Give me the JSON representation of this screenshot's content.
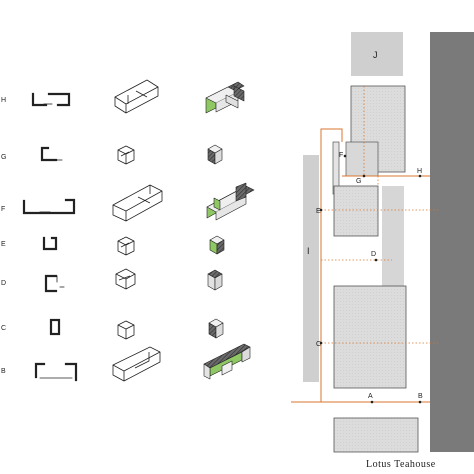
{
  "title": "Lotus Teahouse",
  "row_labels": [
    "H",
    "G",
    "F",
    "E",
    "D",
    "C",
    "B"
  ],
  "map": {
    "labels": {
      "A": "A",
      "B": "B",
      "C": "C",
      "D": "D",
      "E": "E",
      "F": "F",
      "G": "G",
      "H": "H",
      "I": "I",
      "J": "J"
    }
  },
  "colors": {
    "wall": "#7a7a7a",
    "block_fill": "#dcdcdc",
    "block_stroke": "#555555",
    "pale_block": "#cfcfcf",
    "path": "#d9762c",
    "hatch_dark": "#4a4a4a",
    "green": "#8fc764",
    "line": "#222222"
  }
}
